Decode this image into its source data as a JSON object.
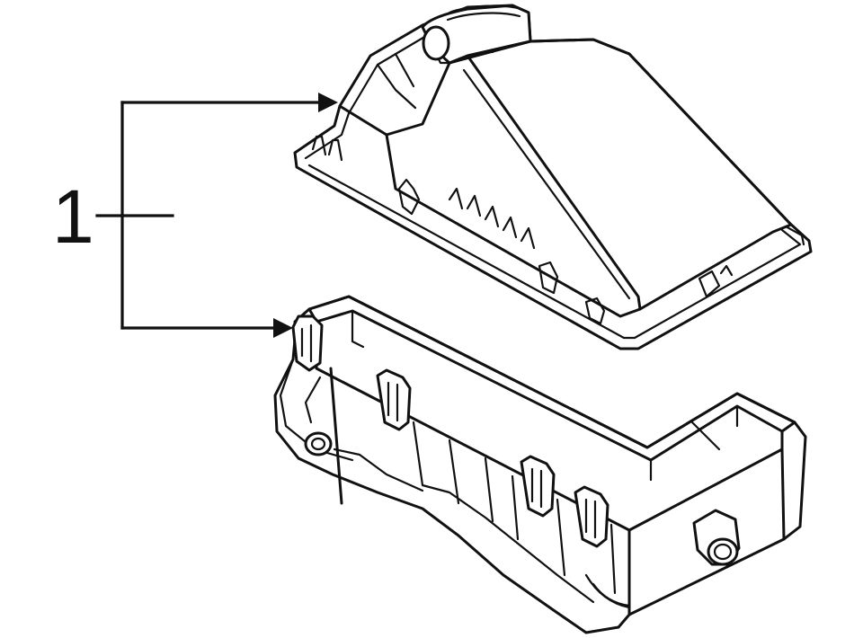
{
  "callout": {
    "number": "1"
  },
  "parts": [
    {
      "id": "upper-housing"
    },
    {
      "id": "lower-housing"
    }
  ],
  "colors": {
    "line": "#111111",
    "background": "#ffffff"
  }
}
